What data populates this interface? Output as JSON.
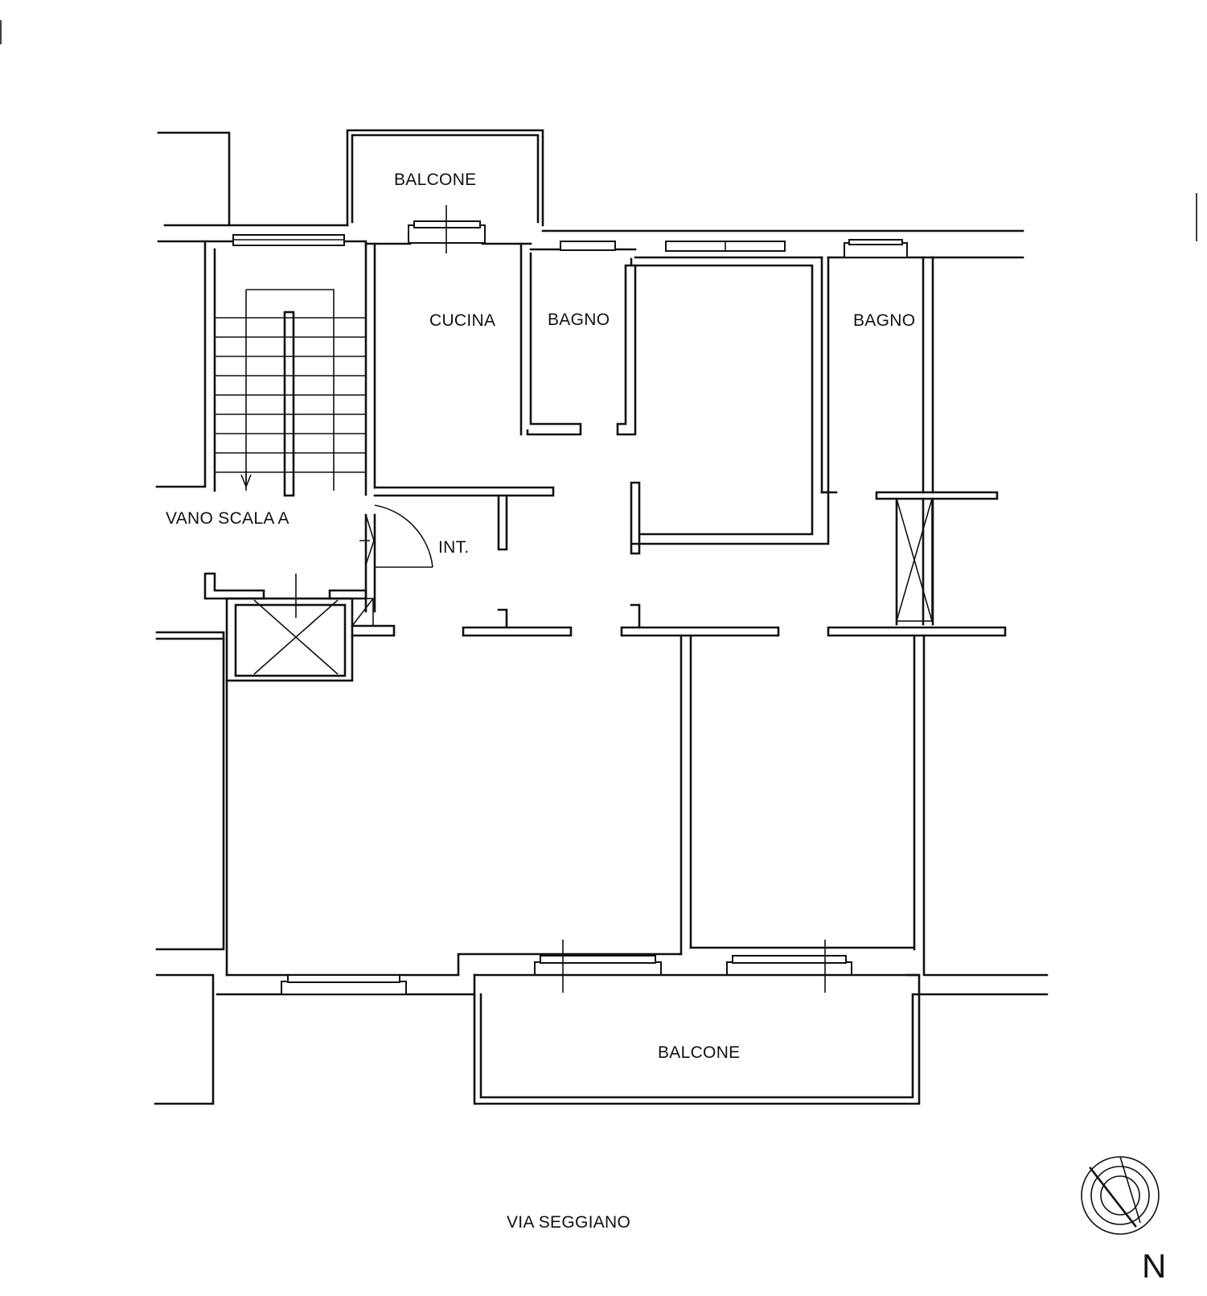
{
  "plan": {
    "rooms": {
      "balcone_north": "BALCONE",
      "cucina": "CUCINA",
      "bagno_1": "BAGNO",
      "bagno_2": "BAGNO",
      "vano_scala": "VANO SCALA A",
      "ingresso": "INT.",
      "balcone_south": "BALCONE"
    },
    "street": "VIA SEGGIANO",
    "north_label": "N"
  },
  "colors": {
    "line": "#111111",
    "background": "#ffffff"
  }
}
